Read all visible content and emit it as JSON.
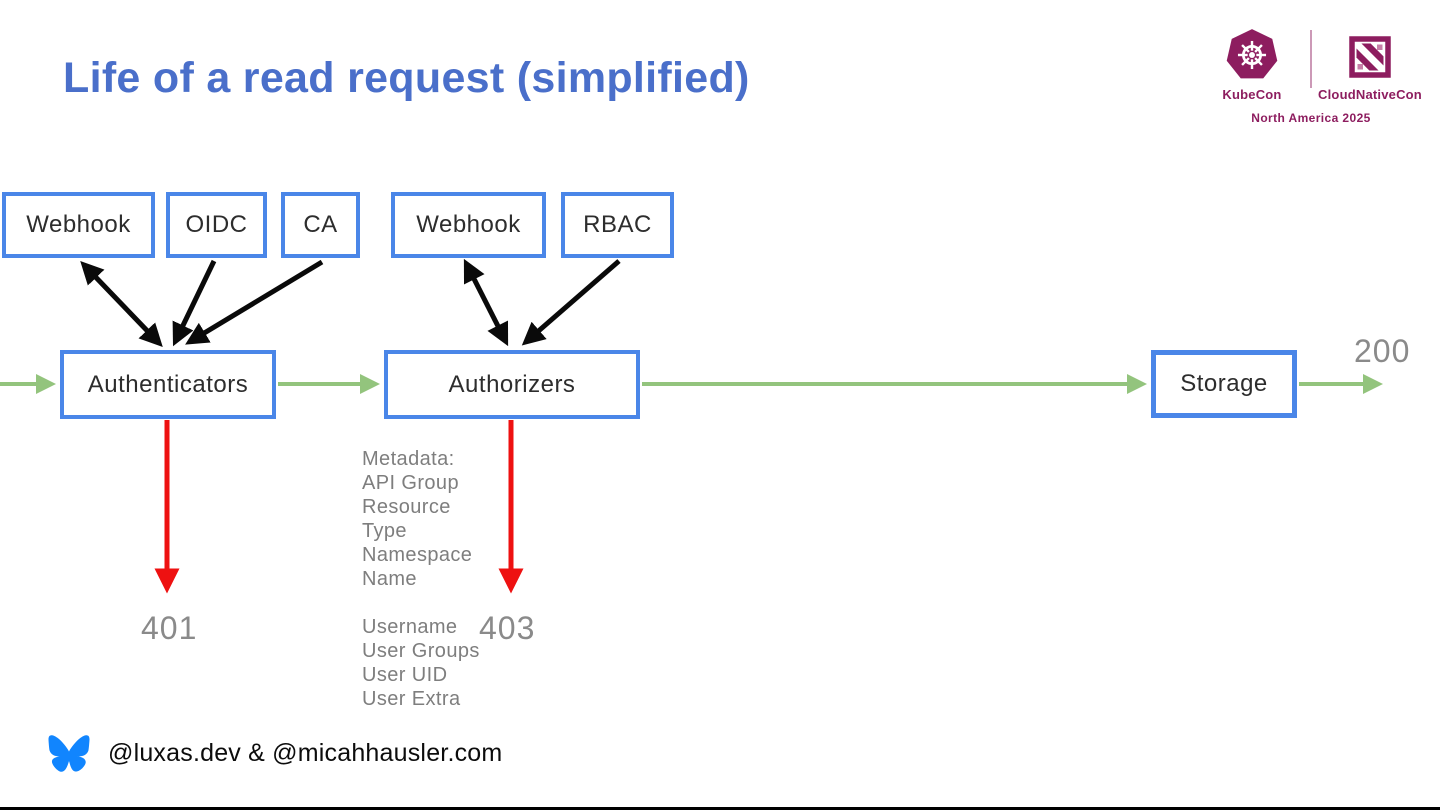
{
  "slide": {
    "title": "Life of a read request (simplified)"
  },
  "branding": {
    "kubecon": "KubeCon",
    "cloudnativecon": "CloudNativeCon",
    "event": "North America 2025"
  },
  "diagram": {
    "authn_plugins": [
      {
        "label": "Webhook"
      },
      {
        "label": "OIDC"
      },
      {
        "label": "CA"
      }
    ],
    "authz_plugins": [
      {
        "label": "Webhook"
      },
      {
        "label": "RBAC"
      }
    ],
    "flow": [
      {
        "label": "Authenticators"
      },
      {
        "label": "Authorizers"
      },
      {
        "label": "Storage"
      }
    ],
    "status_codes": {
      "unauthenticated": "401",
      "unauthorized": "403",
      "success": "200"
    },
    "request_metadata": {
      "lines": [
        "Metadata:",
        "API Group",
        "Resource",
        "Type",
        "Namespace",
        "Name"
      ],
      "user_lines": [
        "Username",
        "User Groups",
        "User UID",
        "User Extra"
      ]
    },
    "colors": {
      "title_blue": "#4a6fca",
      "box_border_blue": "#4a86e8",
      "flow_arrow_green": "#93c47d",
      "error_arrow_red": "#ee1111",
      "plugin_arrow_black": "#0a0a0a",
      "muted_gray": "#8a8a8a",
      "brand_maroon": "#8d1d5f",
      "bluesky_blue": "#1185fe"
    }
  },
  "footer": {
    "handles": "@luxas.dev & @micahhausler.com"
  }
}
